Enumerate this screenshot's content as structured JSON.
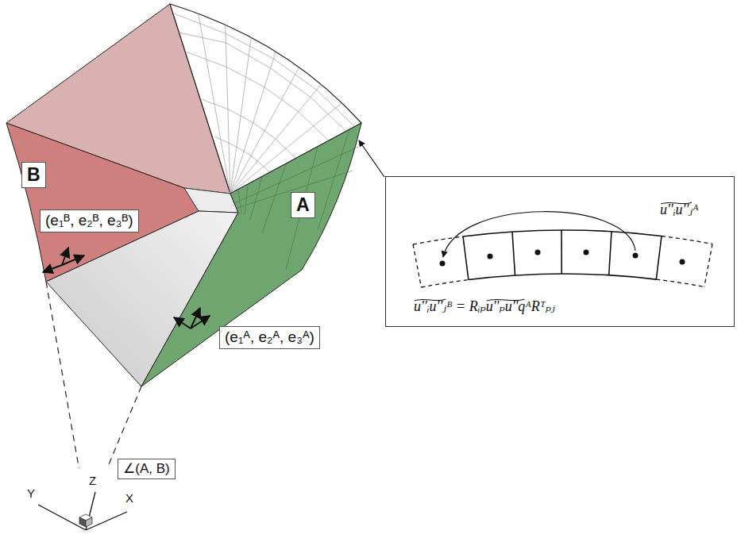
{
  "diagram": {
    "nodes": [
      {
        "text": [
          "B"
        ]
      },
      {
        "text": [
          "(e₁ᴮ, e₂ᴮ, e₃ᴮ)"
        ]
      },
      {
        "text": [
          "A"
        ]
      },
      {
        "text": [
          "(e₁ᴬ, e₂ᴬ, e₃ᴬ)"
        ]
      },
      {
        "text": [
          "∠(A, B)"
        ]
      },
      {
        "text": [
          "u''ᵢu''ⱼᴬ",
          "u''ᵢu''ⱼᴮ = Rᵢₚu''ₚu''qᴬRᵀₚⱼ"
        ]
      }
    ],
    "labels": [
      "Y",
      "Z",
      "X"
    ]
  }
}
